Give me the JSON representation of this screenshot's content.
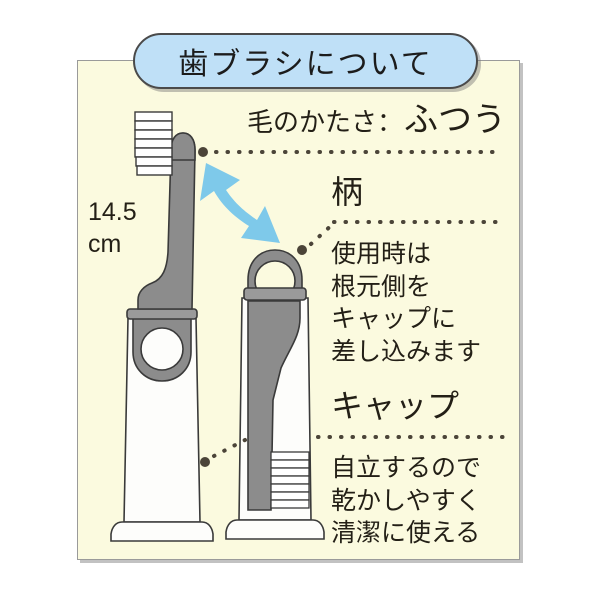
{
  "title": {
    "text": "歯ブラシについて"
  },
  "dimension": {
    "value": "14.5",
    "unit": "cm"
  },
  "callouts": {
    "hardness": {
      "label": "毛のかたさ：",
      "value": "ふつう"
    },
    "handle": {
      "heading": "柄",
      "lines": [
        "使用時は",
        "根元側を",
        "キャップに",
        "差し込みます"
      ]
    },
    "cap": {
      "heading": "キャップ",
      "lines": [
        "自立するので",
        "乾かしやすく",
        "清潔に使える"
      ]
    }
  },
  "illustration": {
    "left_figure_name": "toothbrush-in-use",
    "right_figure_name": "toothbrush-stored-in-cap",
    "arrow_name": "transform-arrow"
  },
  "colors": {
    "panel_bg": "#fbfadf",
    "panel_border": "#9a9a9a",
    "title_bg": "#bfe0f7",
    "title_border": "#4a4a4a",
    "arrow": "#7ec9ea",
    "brush_gray": "#8c8c8c",
    "cap_white": "#fdfdfb",
    "outline": "#3a3a3a",
    "text": "#231f16",
    "dot": "#4b4438"
  }
}
